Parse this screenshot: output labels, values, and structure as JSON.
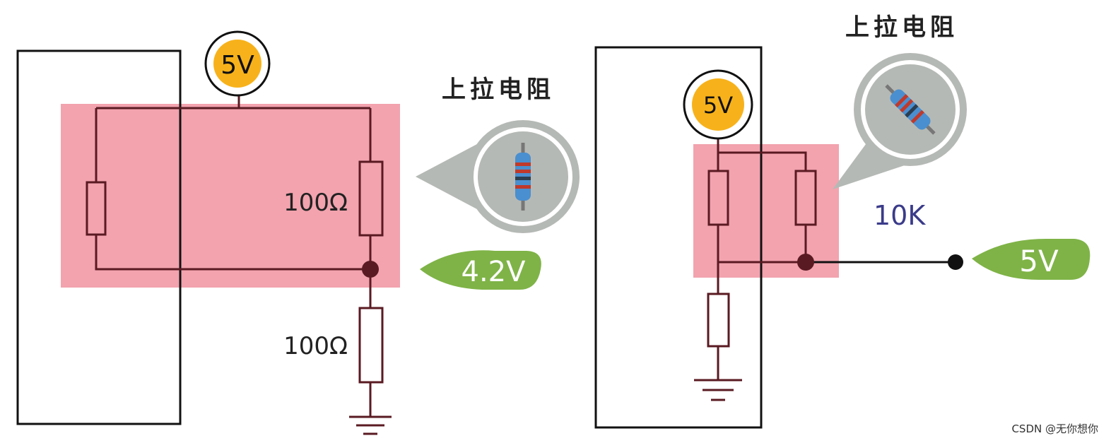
{
  "left_circuit": {
    "source_label": "5V",
    "pullup_title": "上拉电阻",
    "resistor_top_label": "100Ω",
    "resistor_bottom_label": "100Ω",
    "output_tag": "4.2V"
  },
  "right_circuit": {
    "source_label": "5V",
    "pullup_title": "上拉电阻",
    "resistor_label": "10K",
    "output_tag": "5V"
  },
  "watermark": "CSDN @无你想你",
  "colors": {
    "wire": "#5a1a22",
    "highlight": "#f2a3ae",
    "source_fill": "#f7b21b",
    "tag_green": "#7fb347",
    "bubble_gray": "#b5b9b5",
    "resistor_blue": "#4a8fd0"
  }
}
